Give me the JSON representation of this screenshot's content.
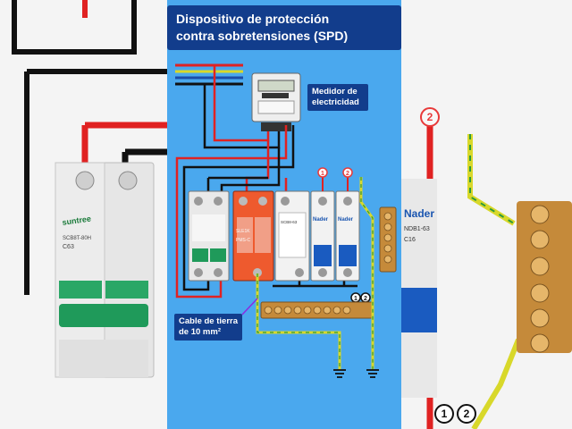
{
  "header": {
    "title_line1": "Dispositivo de protección",
    "title_line2": "contra sobretensiones (SPD)"
  },
  "labels": {
    "meter_line1": "Medidor de",
    "meter_line2": "electricidad",
    "ground_line1": "Cable de tierra",
    "ground_line2": "de 10 mm²"
  },
  "devices": {
    "main_breaker_brand": "suntree",
    "main_breaker_model": "SCB8T-80H",
    "main_breaker_rating": "C63",
    "spd_brand": "SLE1K",
    "spd_model": "PMS-C",
    "rcd_brand": "SCB8-63",
    "branch_breaker_brand": "Nader",
    "side_breaker_model": "NDB1-63",
    "side_breaker_rating": "C16"
  },
  "markers": {
    "circuit_1": "1",
    "circuit_2": "2"
  },
  "colors": {
    "panel_bg": "#4aa8ee",
    "title_bg": "#123d8c",
    "wire_red": "#e02222",
    "wire_black": "#111111",
    "wire_green_yellow": "#d8d82a",
    "spd_body": "#ee5a2e",
    "marker_red": "#e83a3a"
  },
  "icons": {
    "header_icon": "electrician-icon",
    "ground_icon": "ground-symbol-icon"
  }
}
